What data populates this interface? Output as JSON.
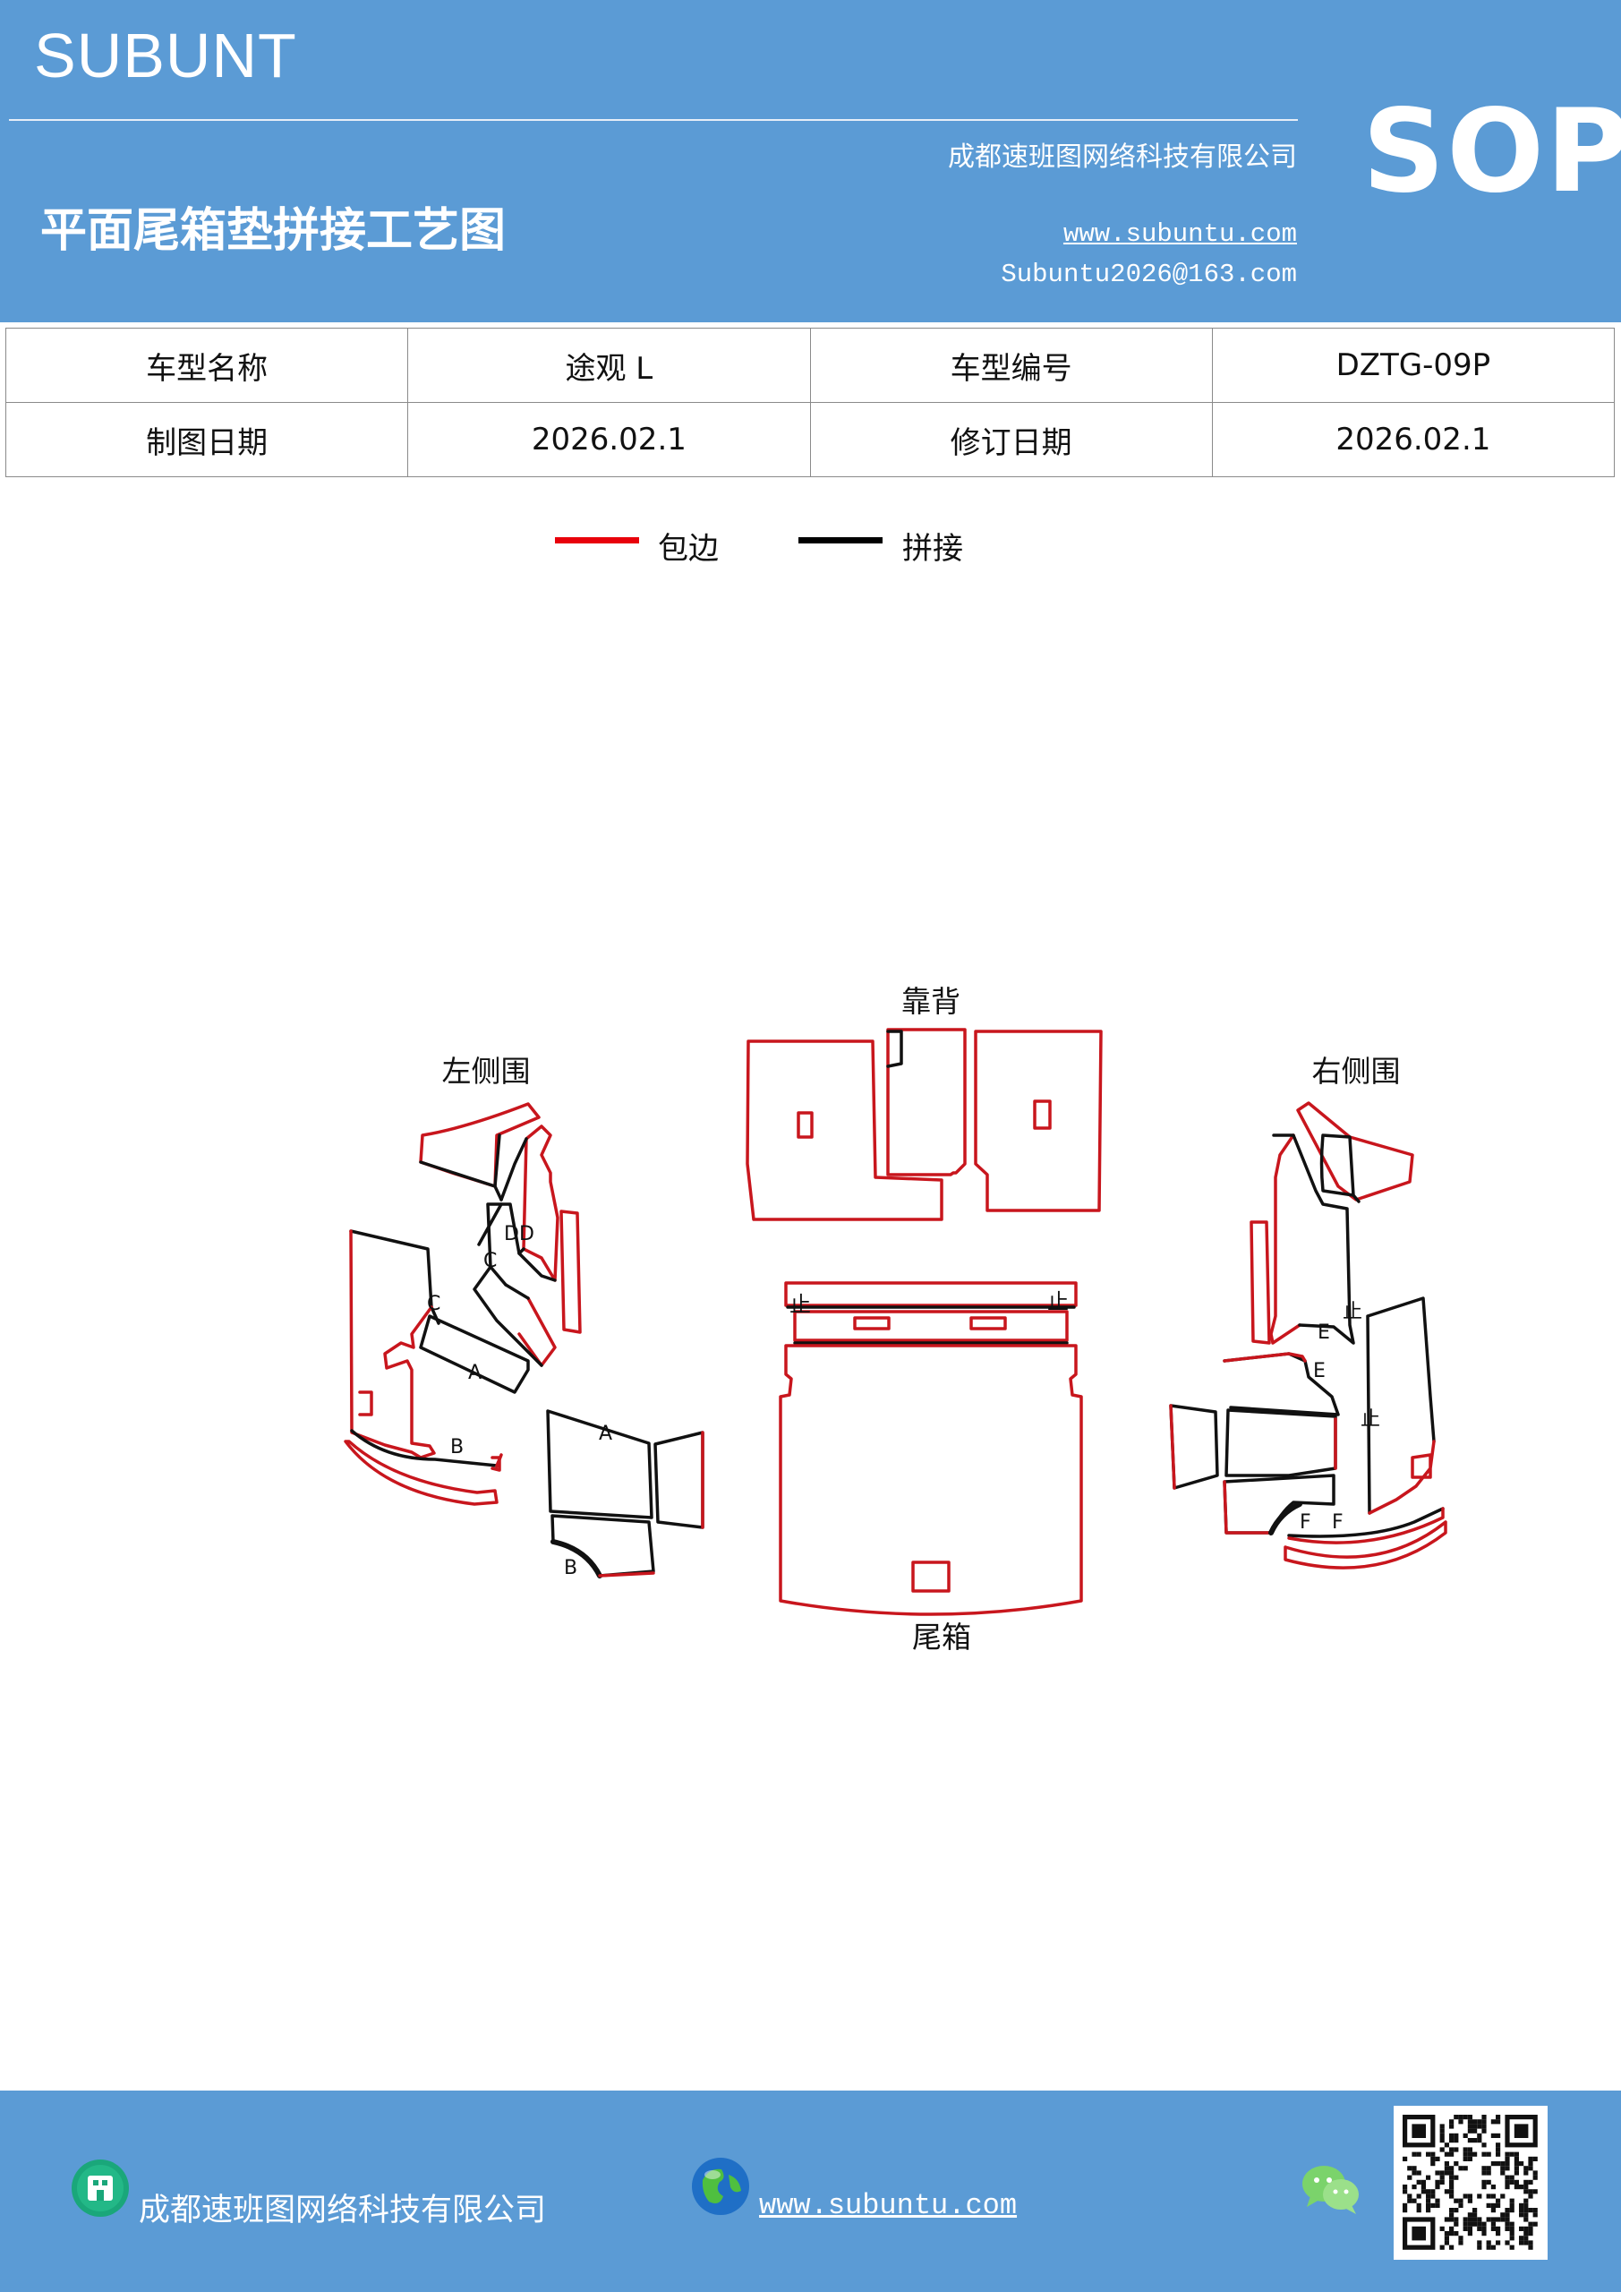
{
  "header": {
    "brand": "SUBUNT",
    "company": "成都速班图网络科技有限公司",
    "title": "平面尾箱垫拼接工艺图",
    "website": "www.subuntu.com",
    "email": "Subuntu2026@163.com",
    "badge": "SOP",
    "color": "#5b9bd5"
  },
  "info_table": [
    [
      "车型名称",
      "途观 L",
      "车型编号",
      "DZTG-09P"
    ],
    [
      "制图日期",
      "2026.02.1",
      "修订日期",
      "2026.02.1"
    ]
  ],
  "legend": [
    {
      "label": "包边",
      "color": "#e8000b"
    },
    {
      "label": "拼接",
      "color": "#000000"
    }
  ],
  "diagram": {
    "groups": {
      "backrest": "靠背",
      "left_side": "左侧围",
      "right_side": "右侧围",
      "trunk": "尾箱"
    },
    "marks": {
      "A": "A",
      "B": "B",
      "C": "C",
      "D": "DD",
      "E": "E",
      "F": "F",
      "stop": "止"
    },
    "colors": {
      "edge": "#c8161d",
      "seam": "#111111"
    }
  },
  "footer": {
    "company": "成都速班图网络科技有限公司",
    "website": "www.subuntu.com"
  }
}
